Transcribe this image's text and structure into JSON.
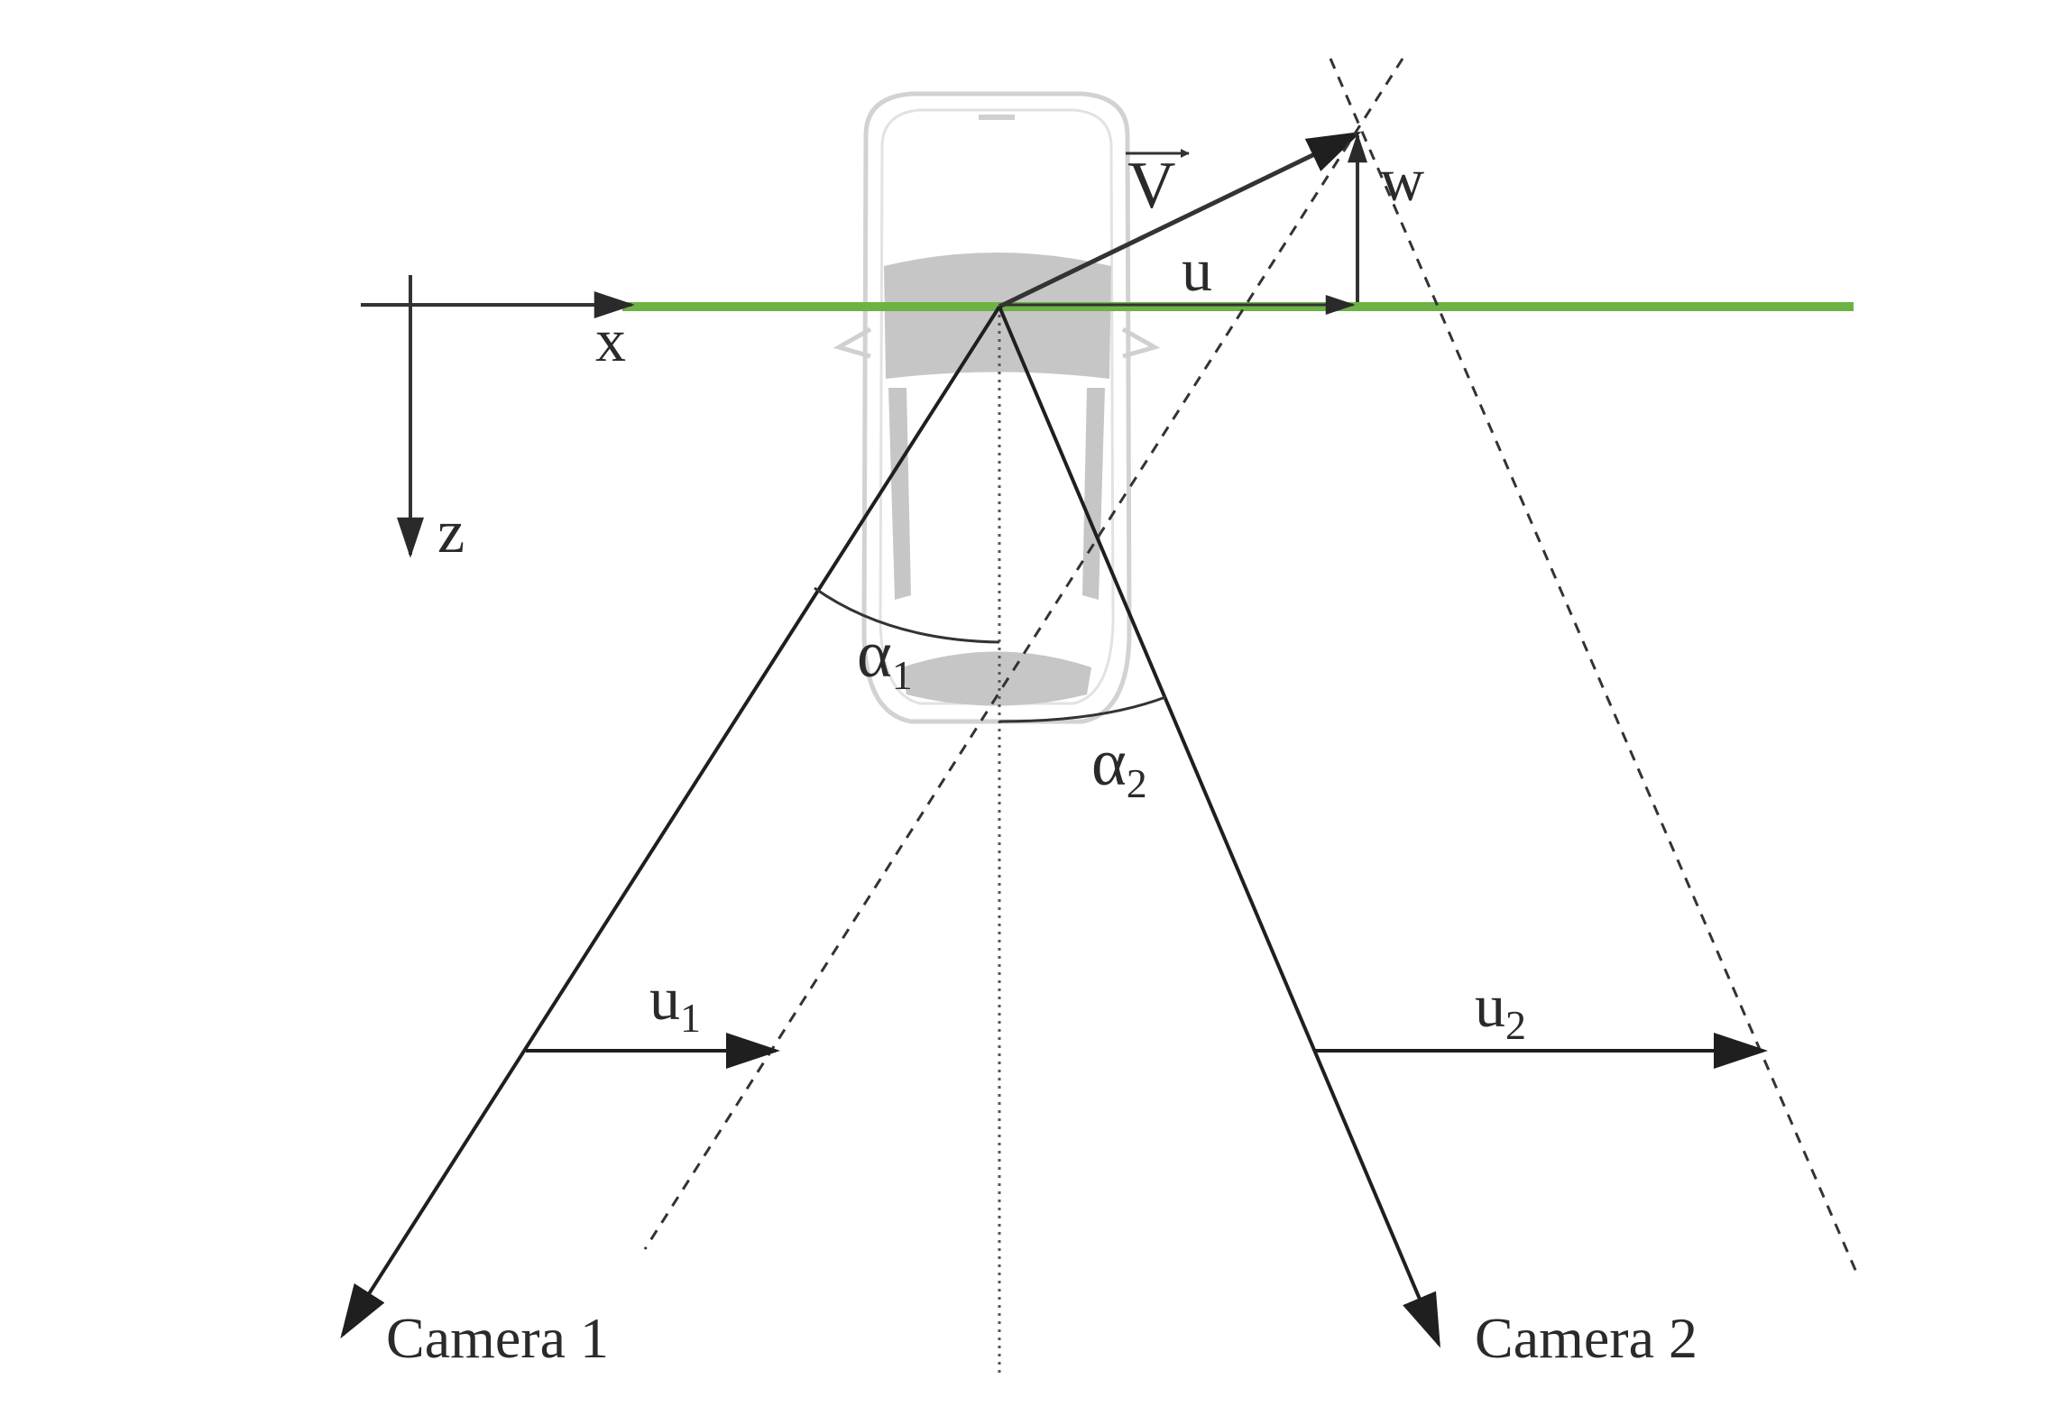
{
  "diagram": {
    "axes": {
      "x_label": "x",
      "z_label": "z"
    },
    "vector_labels": {
      "V": "V",
      "u": "u",
      "w": "w"
    },
    "angles": {
      "alpha1": {
        "symbol": "α",
        "subscript": "1"
      },
      "alpha2": {
        "symbol": "α",
        "subscript": "2"
      }
    },
    "projected_components": {
      "u1": {
        "symbol": "u",
        "subscript": "1"
      },
      "u2": {
        "symbol": "u",
        "subscript": "2"
      }
    },
    "cameras": {
      "camera1": "Camera 1",
      "camera2": "Camera 2"
    },
    "colors": {
      "laser_sheet": "#6cb245",
      "lines": "#333333",
      "car_fill": "#c9c9c9",
      "car_outline": "#d6d6d6"
    },
    "icons": {
      "vehicle": "car-topview-icon"
    }
  }
}
